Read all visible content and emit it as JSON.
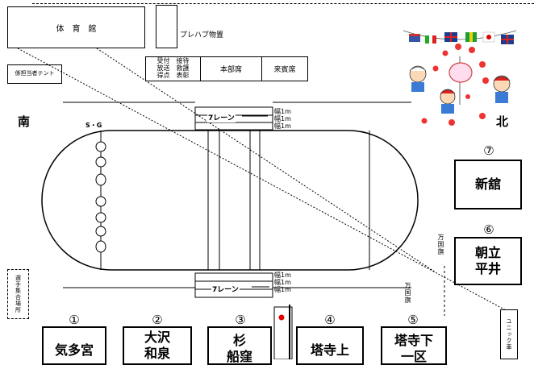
{
  "facilities": {
    "gym": "体　育　館",
    "prefab": "プレハブ物置",
    "tent": "係担当者テント",
    "reception_lines": [
      "受付　接待",
      "放送　救護",
      "得点　表彰"
    ],
    "headquarters": "本部席",
    "guest": "来賓席",
    "unic_car": "ユニック車",
    "assembly": "選手集合場所"
  },
  "directions": {
    "south": "南",
    "north": "北"
  },
  "track": {
    "sg_label": "S・G",
    "lane_label_top": "7レーン",
    "lane_label_bottom": "7レーン",
    "width_labels_top": [
      "幅1m",
      "幅1m",
      "幅1m"
    ],
    "width_labels_bottom": [
      "幅1m",
      "幅1m",
      "幅1m"
    ]
  },
  "flags": {
    "banzai1": "万国旗",
    "banzai2": "万国旗"
  },
  "districts": [
    {
      "num": "①",
      "name": "気多宮"
    },
    {
      "num": "②",
      "name": "大沢\n和泉"
    },
    {
      "num": "③",
      "name": "杉\n船窪"
    },
    {
      "num": "④",
      "name": "塔寺上"
    },
    {
      "num": "⑤",
      "name": "塔寺下\n一区"
    },
    {
      "num": "⑥",
      "name": "朝立\n平井"
    },
    {
      "num": "⑦",
      "name": "新舘"
    }
  ]
}
